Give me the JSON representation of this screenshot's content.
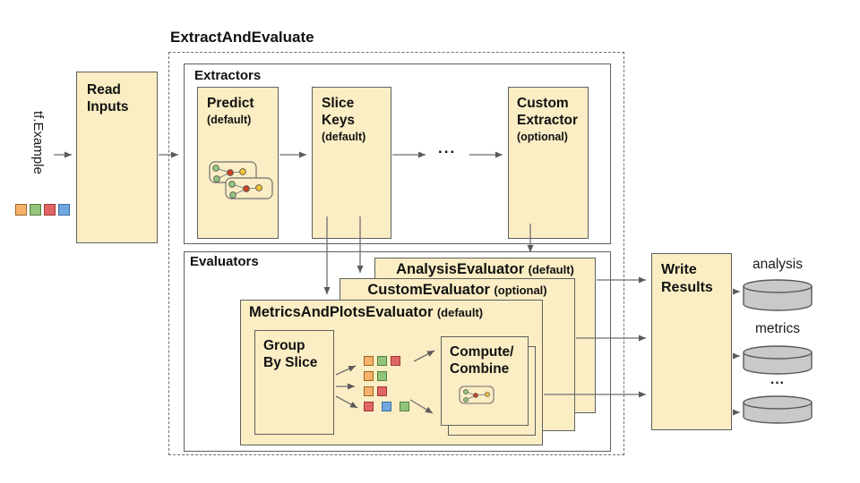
{
  "diagram": {
    "title": "ExtractAndEvaluate",
    "input": {
      "label": "tf.Example",
      "squares": [
        "orange",
        "green",
        "red",
        "blue"
      ]
    },
    "read_inputs": {
      "line1": "Read",
      "line2": "Inputs"
    },
    "extractors": {
      "label": "Extractors",
      "predict": {
        "title": "Predict",
        "qualifier": "(default)"
      },
      "slice_keys": {
        "line1": "Slice",
        "line2": "Keys",
        "qualifier": "(default)"
      },
      "ellipsis": "...",
      "custom_extractor": {
        "line1": "Custom",
        "line2": "Extractor",
        "qualifier": "(optional)"
      }
    },
    "evaluators": {
      "label": "Evaluators",
      "analysis_evaluator": {
        "title": "AnalysisEvaluator",
        "qualifier": "(default)"
      },
      "custom_evaluator": {
        "title": "CustomEvaluator",
        "qualifier": "(optional)"
      },
      "metrics_evaluator": {
        "title": "MetricsAndPlotsEvaluator",
        "qualifier": "(default)"
      },
      "group_by_slice": {
        "line1": "Group",
        "line2": "By Slice"
      },
      "compute_combine": {
        "line1": "Compute/",
        "line2": "Combine"
      },
      "slice_rows": [
        [
          "orange",
          "green",
          "red"
        ],
        [
          "orange",
          "green"
        ],
        [
          "orange",
          "red"
        ],
        [
          "red",
          "blue",
          "green"
        ]
      ]
    },
    "write_results": {
      "line1": "Write",
      "line2": "Results"
    },
    "outputs": [
      {
        "label": "analysis"
      },
      {
        "label": "metrics"
      },
      {
        "label": "..."
      }
    ],
    "colors": {
      "box_fill": "#FBEEC4",
      "orange": "#F6B26B",
      "green": "#93C47D",
      "red": "#E06666",
      "blue": "#6FA8DC",
      "node_red": "#CC4125",
      "node_yellow": "#F1C232",
      "cylinder_fill": "#C9C9C9"
    }
  }
}
